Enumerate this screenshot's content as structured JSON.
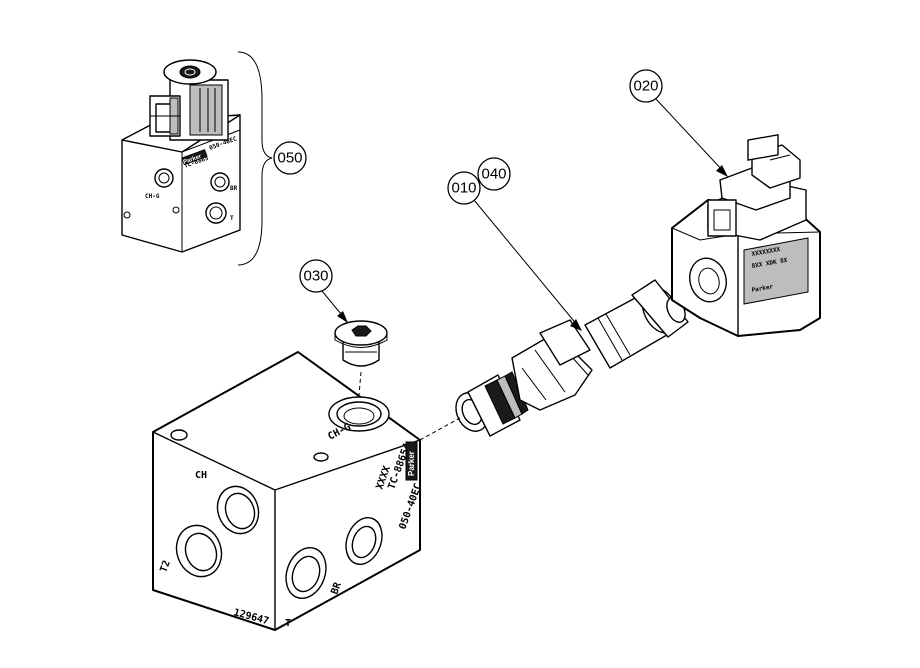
{
  "callouts": {
    "c010": "010",
    "c040": "040",
    "c020": "020",
    "c030": "030",
    "c050": "050"
  },
  "block_labels": {
    "ch": "CH",
    "t2": "T2",
    "br": "BR",
    "ch_g": "CH-G",
    "part_number": "129647",
    "t_mark": "T",
    "model": "050-40EC",
    "code": "TC-88654",
    "xxxx": "XXXX",
    "brand": "Parker"
  },
  "coil_labels": {
    "brand": "Parker",
    "line1": "8XX XDK 8X",
    "line2": "XXXXXXXX"
  },
  "assembly_labels": {
    "ch_g": "CH-G",
    "br": "BR",
    "t": "T",
    "model": "050-40EC",
    "code": "TC-8865",
    "brand": "Parker"
  }
}
